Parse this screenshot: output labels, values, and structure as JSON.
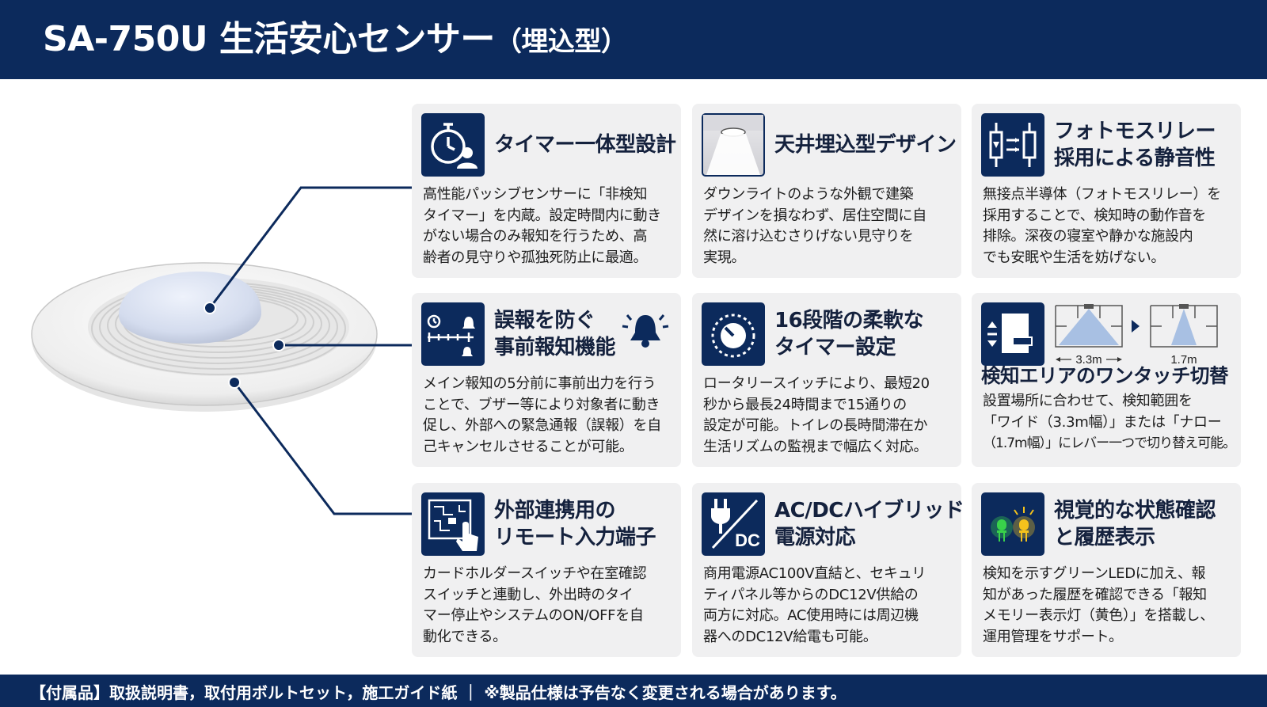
{
  "header": {
    "title": "SA-750U 生活安心センサー",
    "subtitle": "（埋込型）"
  },
  "cards": [
    {
      "icon": "timer-person-icon",
      "title_lines": [
        "タイマー一体型設計"
      ],
      "body_lines": [
        "高性能パッシブセンサーに「非検知",
        "タイマー」を内蔵。設定時間内に動き",
        "がない場合のみ報知を行うため、高",
        "齢者の見守りや孤独死防止に最適。"
      ]
    },
    {
      "icon": "recessed-ceiling-icon",
      "title_lines": [
        "天井埋込型デザイン"
      ],
      "body_lines": [
        "ダウンライトのような外観で建築",
        "デザインを損なわず、居住空間に自",
        "然に溶け込むさりげない見守りを",
        "実現。"
      ]
    },
    {
      "icon": "photomos-relay-icon",
      "title_lines": [
        "フォトモスリレー",
        "採用による静音性"
      ],
      "body_lines": [
        "無接点半導体（フォトモスリレー）を",
        "採用することで、検知時の動作音を",
        "排除。深夜の寝室や静かな施設内",
        "でも安眠や生活を妨げない。"
      ]
    },
    {
      "icon": "timeline-alarm-icon",
      "title_lines": [
        "誤報を防ぐ",
        "事前報知機能"
      ],
      "body_lines": [
        "メイン報知の5分前に事前出力を行う",
        "ことで、ブザー等により対象者に動き",
        "促し、外部への緊急通報（誤報）を自",
        "己キャンセルさせることが可能。"
      ]
    },
    {
      "icon": "rotary-dial-icon",
      "title_lines": [
        "16段階の柔軟な",
        "タイマー設定"
      ],
      "body_lines": [
        "ロータリースイッチにより、最短20",
        "秒から最長24時間まで15通りの",
        "設定が可能。トイレの長時間滞在か",
        "生活リズムの監視まで幅広く対応。"
      ]
    },
    {
      "icon": "lever-switch-icon",
      "title_lines": [
        "検知エリアのワンタッチ切替"
      ],
      "body_lines": [
        "設置場所に合わせて、検知範囲を",
        "「ワイド（3.3m幅）」または「ナロー",
        "（1.7m幅）」にレバー一つで切り替え可能。"
      ],
      "range_wide": "3.3m",
      "range_narrow": "1.7m"
    },
    {
      "icon": "circuit-touch-icon",
      "title_lines": [
        "外部連携用の",
        "リモート入力端子"
      ],
      "body_lines": [
        "カードホルダースイッチや在室確認",
        "スイッチと連動し、外出時のタイ",
        "マー停止やシステムのON/OFFを自",
        "動化できる。"
      ]
    },
    {
      "icon": "ac-dc-plug-icon",
      "title_lines": [
        "AC/DCハイブリッド",
        "電源対応"
      ],
      "body_lines": [
        "商用電源AC100V直結と、セキュリ",
        "ティパネル等からのDC12V供給の",
        "両方に対応。AC使用時には周辺機",
        "器へのDC12V給電も可能。"
      ],
      "icon_text": "DC"
    },
    {
      "icon": "led-indicator-icon",
      "title_lines": [
        "視覚的な状態確認",
        "と履歴表示"
      ],
      "body_lines": [
        "検知を示すグリーンLEDに加え、報",
        "知があった履歴を確認できる「報知",
        "メモリー表示灯（黄色）」を搭載し、",
        "運用管理をサポート。"
      ]
    }
  ],
  "footer": {
    "text": "【付属品】取扱説明書，取付用ボルトセット，施工ガイド紙 ｜ ※製品仕様は予告なく変更される場合があります。"
  },
  "colors": {
    "navy": "#0c2a5c",
    "card_bg": "#f0f0f1",
    "led_green": "#39d24a",
    "led_yellow": "#f4c21c",
    "zone_blue": "#9bb7e0"
  }
}
